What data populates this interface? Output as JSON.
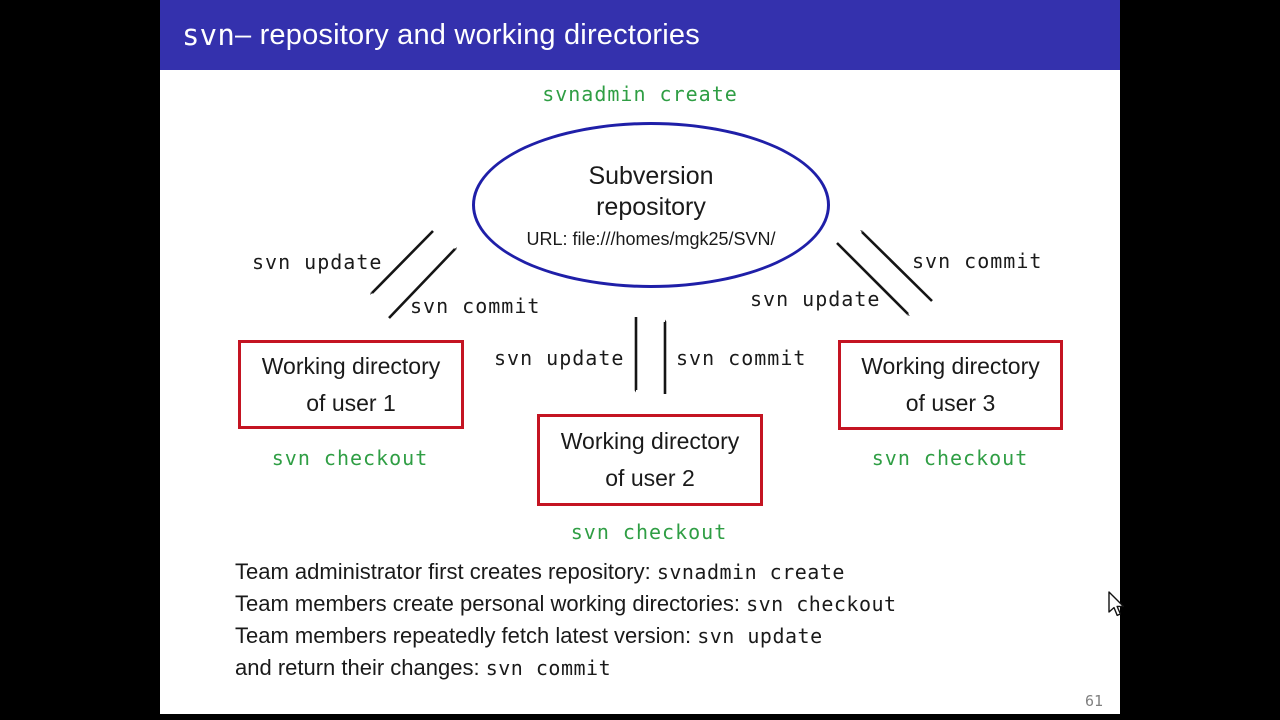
{
  "slide": {
    "title": {
      "code": "svn",
      "text": " – repository and working directories"
    },
    "page_number": "61"
  },
  "diagram": {
    "top_command": "svnadmin create",
    "repository": {
      "line1": "Subversion",
      "line2": "repository",
      "url": "URL: file:///homes/mgk25/SVN/"
    },
    "boxes": [
      {
        "line1": "Working directory",
        "line2": "of user 1",
        "command": "svn checkout"
      },
      {
        "line1": "Working directory",
        "line2": "of user 2",
        "command": "svn checkout"
      },
      {
        "line1": "Working directory",
        "line2": "of user 3",
        "command": "svn checkout"
      }
    ],
    "arrow_labels": {
      "left_update": "svn update",
      "left_commit": "svn commit",
      "mid_update": "svn update",
      "mid_commit": "svn commit",
      "right_update": "svn update",
      "right_commit": "svn commit"
    }
  },
  "notes": {
    "lines": [
      {
        "text": "Team administrator first creates repository: ",
        "code": "svnadmin create"
      },
      {
        "text": "Team members create personal working directories: ",
        "code": "svn checkout"
      },
      {
        "text": "Team members repeatedly fetch latest version: ",
        "code": "svn update"
      },
      {
        "text": "and return their changes: ",
        "code": "svn commit"
      }
    ]
  },
  "colors": {
    "titlebar": "#3431ad",
    "ellipseborder": "#1f1fa8",
    "boxborder": "#c41422",
    "green": "#2f9e44",
    "ink": "#1a1a1a",
    "muted": "#808080"
  }
}
